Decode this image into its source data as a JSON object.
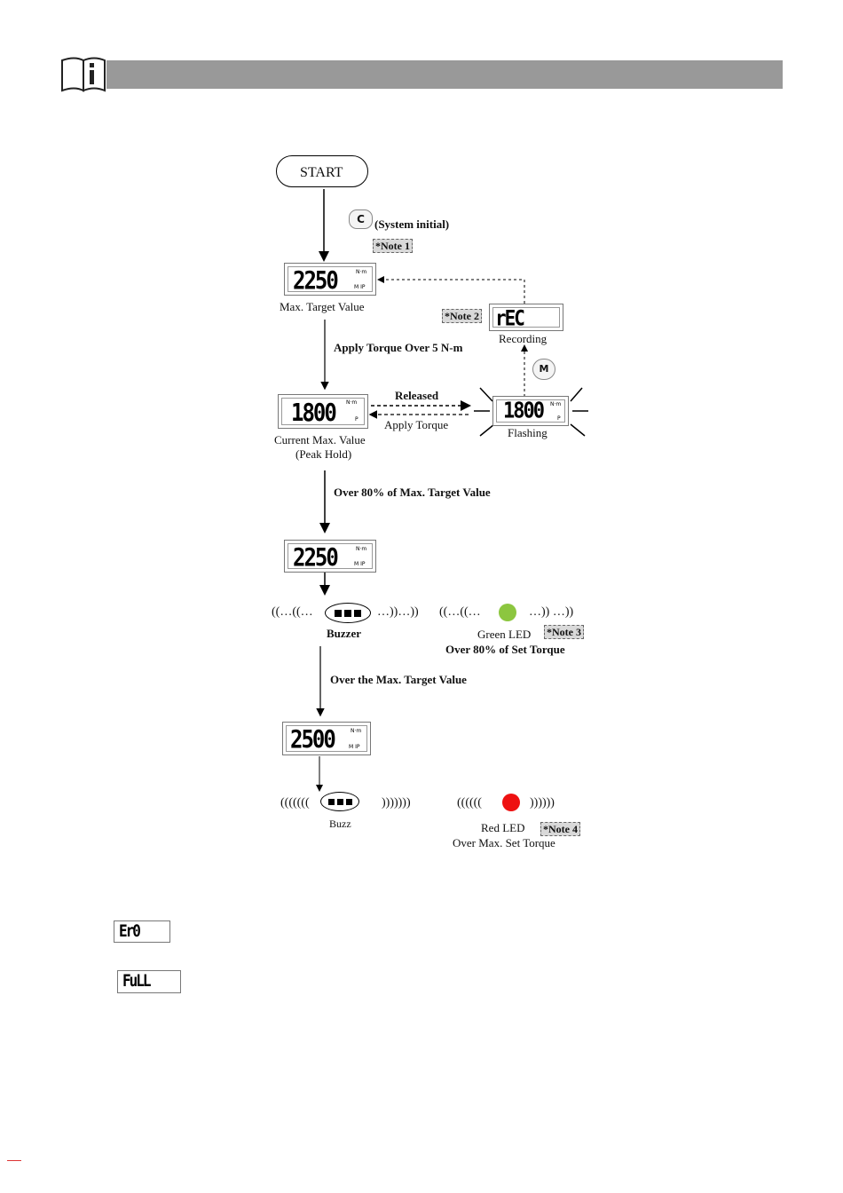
{
  "header": {
    "icon": "info-book-icon",
    "bar_color": "#999999"
  },
  "flow": {
    "start": "START",
    "c_button": "C",
    "system_initial": "(System initial)",
    "note1": "*Note 1",
    "display_max_target": "2250",
    "max_target_label": "Max. Target Value",
    "note2": "*Note 2",
    "display_rec": "rEC",
    "recording_label": "Recording",
    "apply_torque_over": "Apply Torque Over 5 N-m",
    "m_button": "M",
    "display_current": "1800",
    "released_label": "Released",
    "apply_torque_label": "Apply Torque",
    "display_flashing": "1800",
    "flashing_label": "Flashing",
    "current_max_label": "Current Max. Value",
    "peak_hold_label": "(Peak Hold)",
    "over_80_label": "Over 80% of Max. Target Value",
    "display_80": "2250",
    "buzzer_waves_left": "((…((…",
    "buzzer_waves_right": "…))…))",
    "buzzer_label": "Buzzer",
    "green_waves_left": "((…((…",
    "green_waves_right": "…)) …))",
    "green_led_color": "#8cc63f",
    "green_led_label": "Green LED",
    "note3": "*Note 3",
    "over_80_set_label": "Over 80% of Set Torque",
    "over_max_label": "Over the Max. Target Value",
    "display_over": "2500",
    "buzz_waves_left": "(((((((",
    "buzz_waves_right": ")))))))",
    "buzz_label": "Buzz",
    "red_waves_left": "((((((",
    "red_waves_right": "))))))",
    "red_led_color": "#ee1111",
    "red_led_label": "Red LED",
    "note4": "*Note 4",
    "over_max_set_label": "Over Max. Set Torque",
    "unit_nm": "N·m",
    "unit_p": "P"
  },
  "errors": {
    "err0": "Er0",
    "full": "FuLL"
  }
}
